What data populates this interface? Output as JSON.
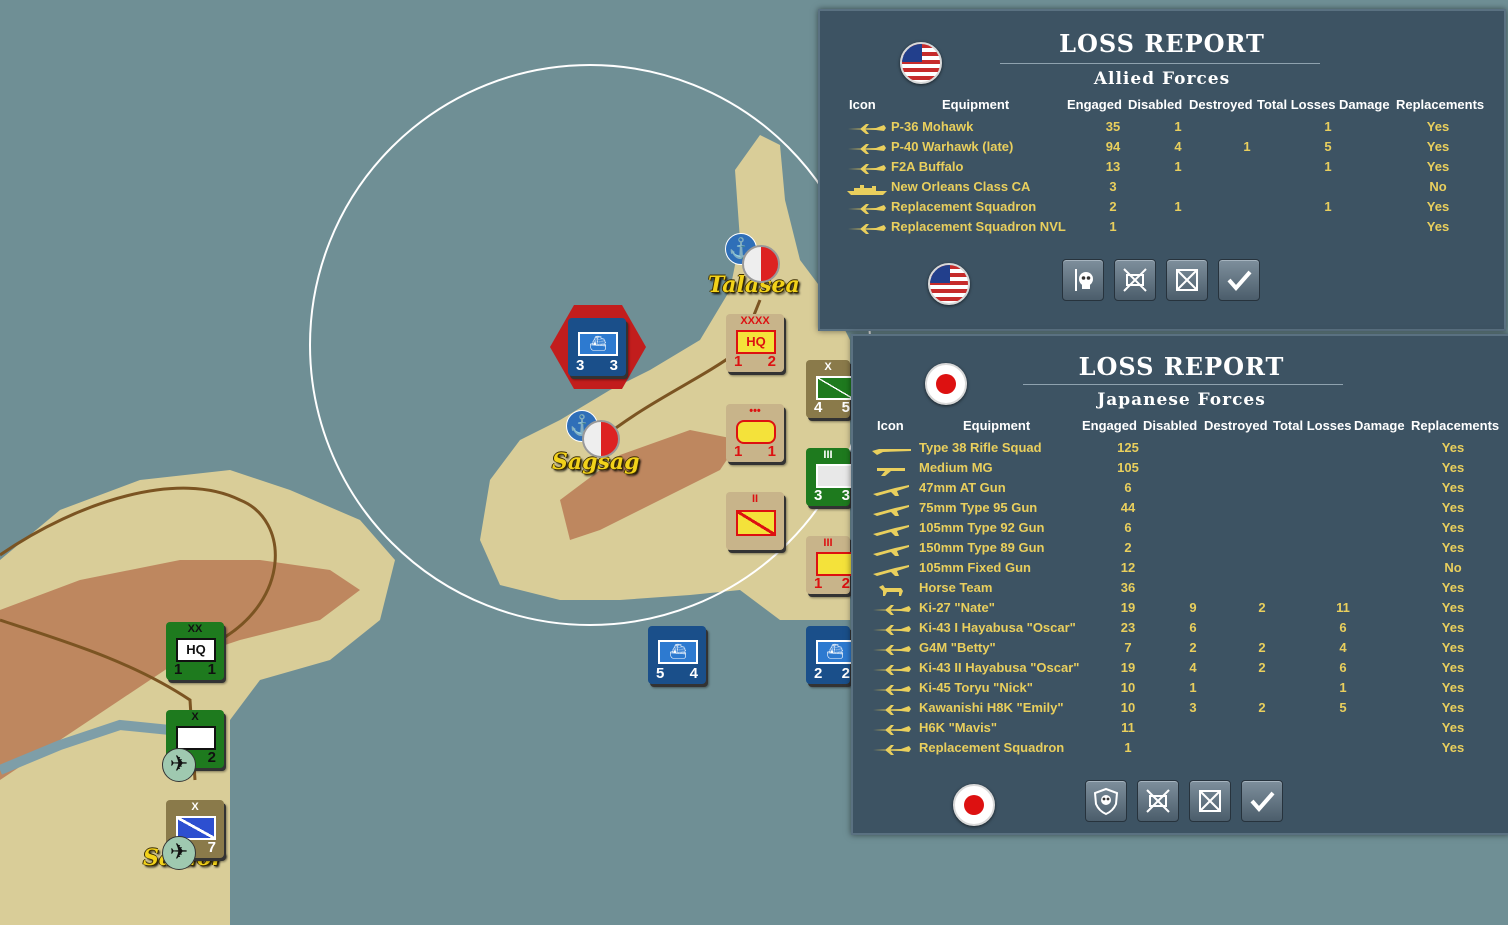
{
  "map": {
    "towns": [
      "Talasea",
      "Sagsag",
      "Saidor"
    ],
    "counters": [
      {
        "name": "naval-unit-1",
        "top": "",
        "bottom_left": "3",
        "bottom_right": "3"
      },
      {
        "name": "hq-unit",
        "top": "XXXX",
        "label": "HQ",
        "bottom_left": "1",
        "bottom_right": "2"
      },
      {
        "name": "infantry-brigade",
        "top": "X",
        "bottom_left": "4",
        "bottom_right": "5"
      },
      {
        "name": "armor-unit",
        "top": "•••",
        "bottom_left": "1",
        "bottom_right": "1"
      },
      {
        "name": "infantry-regiment",
        "top": "III",
        "bottom_left": "3",
        "bottom_right": "3"
      },
      {
        "name": "jp-infantry-bn",
        "top": "II",
        "bottom_left": "",
        "bottom_right": ""
      },
      {
        "name": "jp-infantry-reg",
        "top": "III",
        "bottom_left": "1",
        "bottom_right": "2"
      },
      {
        "name": "naval-unit-2",
        "bottom_left": "5",
        "bottom_right": "4"
      },
      {
        "name": "naval-unit-3",
        "bottom_left": "2",
        "bottom_right": "2"
      },
      {
        "name": "hq-unit-2",
        "top": "XX",
        "label": "HQ",
        "bottom_left": "1",
        "bottom_right": "1"
      },
      {
        "name": "support-unit",
        "top": "X",
        "bottom_left": "",
        "bottom_right": "2"
      },
      {
        "name": "infantry-brigade-2",
        "top": "X",
        "bottom_left": "",
        "bottom_right": "7"
      }
    ]
  },
  "allied": {
    "title": "LOSS REPORT",
    "subtitle": "Allied Forces",
    "headers": [
      "Icon",
      "Equipment",
      "Engaged",
      "Disabled",
      "Destroyed",
      "Total Losses",
      "Damage",
      "Replacements"
    ],
    "rows": [
      {
        "icon": "plane-icon",
        "name": "P-36 Mohawk",
        "engaged": "35",
        "disabled": "1",
        "destroyed": "",
        "total": "1",
        "damage": "",
        "repl": "Yes"
      },
      {
        "icon": "plane-icon",
        "name": "P-40 Warhawk (late)",
        "engaged": "94",
        "disabled": "4",
        "destroyed": "1",
        "total": "5",
        "damage": "",
        "repl": "Yes"
      },
      {
        "icon": "plane-icon",
        "name": "F2A Buffalo",
        "engaged": "13",
        "disabled": "1",
        "destroyed": "",
        "total": "1",
        "damage": "",
        "repl": "Yes"
      },
      {
        "icon": "ship-icon",
        "name": "New Orleans Class CA",
        "engaged": "3",
        "disabled": "",
        "destroyed": "",
        "total": "",
        "damage": "",
        "repl": "No"
      },
      {
        "icon": "plane-icon",
        "name": "Replacement Squadron",
        "engaged": "2",
        "disabled": "1",
        "destroyed": "",
        "total": "1",
        "damage": "",
        "repl": "Yes"
      },
      {
        "icon": "plane-icon",
        "name": "Replacement Squadron NVL",
        "engaged": "1",
        "disabled": "",
        "destroyed": "",
        "total": "",
        "damage": "",
        "repl": "Yes"
      }
    ]
  },
  "japan": {
    "title": "LOSS REPORT",
    "subtitle": "Japanese Forces",
    "headers": [
      "Icon",
      "Equipment",
      "Engaged",
      "Disabled",
      "Destroyed",
      "Total Losses",
      "Damage",
      "Replacements"
    ],
    "rows": [
      {
        "icon": "rifle-icon",
        "name": "Type 38 Rifle Squad",
        "engaged": "125",
        "disabled": "",
        "destroyed": "",
        "total": "",
        "damage": "",
        "repl": "Yes"
      },
      {
        "icon": "mg-icon",
        "name": "Medium MG",
        "engaged": "105",
        "disabled": "",
        "destroyed": "",
        "total": "",
        "damage": "",
        "repl": "Yes"
      },
      {
        "icon": "gun-icon",
        "name": "47mm AT Gun",
        "engaged": "6",
        "disabled": "",
        "destroyed": "",
        "total": "",
        "damage": "",
        "repl": "Yes"
      },
      {
        "icon": "gun-icon",
        "name": "75mm Type 95 Gun",
        "engaged": "44",
        "disabled": "",
        "destroyed": "",
        "total": "",
        "damage": "",
        "repl": "Yes"
      },
      {
        "icon": "gun-icon",
        "name": "105mm Type 92 Gun",
        "engaged": "6",
        "disabled": "",
        "destroyed": "",
        "total": "",
        "damage": "",
        "repl": "Yes"
      },
      {
        "icon": "gun-icon",
        "name": "150mm Type 89 Gun",
        "engaged": "2",
        "disabled": "",
        "destroyed": "",
        "total": "",
        "damage": "",
        "repl": "Yes"
      },
      {
        "icon": "gun-icon",
        "name": "105mm Fixed Gun",
        "engaged": "12",
        "disabled": "",
        "destroyed": "",
        "total": "",
        "damage": "",
        "repl": "No"
      },
      {
        "icon": "horse-icon",
        "name": "Horse Team",
        "engaged": "36",
        "disabled": "",
        "destroyed": "",
        "total": "",
        "damage": "",
        "repl": "Yes"
      },
      {
        "icon": "plane-icon",
        "name": "Ki-27 \"Nate\"",
        "engaged": "19",
        "disabled": "9",
        "destroyed": "2",
        "total": "11",
        "damage": "",
        "repl": "Yes"
      },
      {
        "icon": "plane-icon",
        "name": "Ki-43 I Hayabusa \"Oscar\"",
        "engaged": "23",
        "disabled": "6",
        "destroyed": "",
        "total": "6",
        "damage": "",
        "repl": "Yes"
      },
      {
        "icon": "plane-icon",
        "name": "G4M \"Betty\"",
        "engaged": "7",
        "disabled": "2",
        "destroyed": "2",
        "total": "4",
        "damage": "",
        "repl": "Yes"
      },
      {
        "icon": "plane-icon",
        "name": "Ki-43 II Hayabusa \"Oscar\"",
        "engaged": "19",
        "disabled": "4",
        "destroyed": "2",
        "total": "6",
        "damage": "",
        "repl": "Yes"
      },
      {
        "icon": "plane-icon",
        "name": "Ki-45 Toryu \"Nick\"",
        "engaged": "10",
        "disabled": "1",
        "destroyed": "",
        "total": "1",
        "damage": "",
        "repl": "Yes"
      },
      {
        "icon": "plane-icon",
        "name": "Kawanishi H8K \"Emily\"",
        "engaged": "10",
        "disabled": "3",
        "destroyed": "2",
        "total": "5",
        "damage": "",
        "repl": "Yes"
      },
      {
        "icon": "plane-icon",
        "name": "H6K \"Mavis\"",
        "engaged": "11",
        "disabled": "",
        "destroyed": "",
        "total": "",
        "damage": "",
        "repl": "Yes"
      },
      {
        "icon": "plane-icon",
        "name": "Replacement Squadron",
        "engaged": "1",
        "disabled": "",
        "destroyed": "",
        "total": "",
        "damage": "",
        "repl": "Yes"
      }
    ]
  },
  "colors": {
    "accent": "#e9cf5d",
    "panel": "#3d5363",
    "allied_counter": "#1a4f8a",
    "japan_counter": "#c8b48a",
    "green_counter": "#1e7a1e"
  }
}
